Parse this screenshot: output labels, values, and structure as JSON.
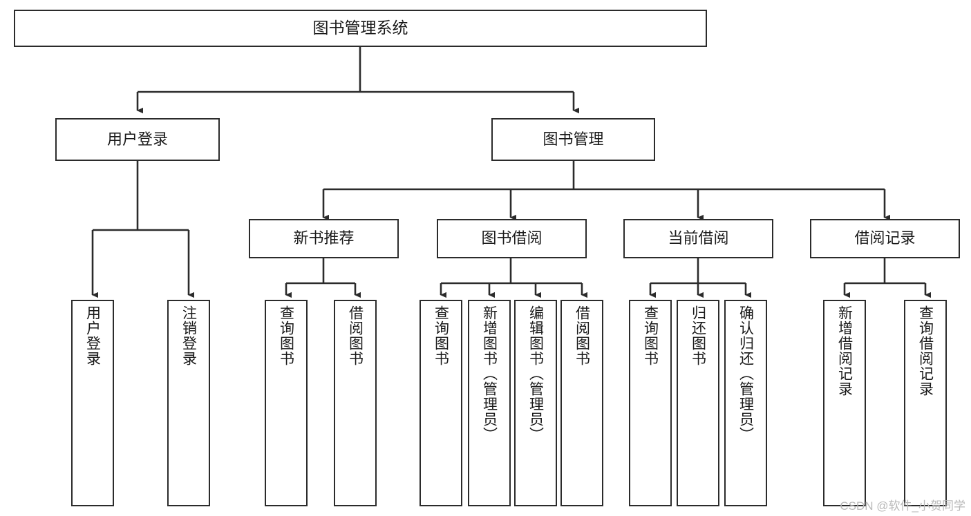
{
  "diagram": {
    "title": "图书管理系统",
    "type": "tree-hierarchy",
    "watermark": "CSDN @软件_小贺同学",
    "colors": {
      "stroke": "#2b2b2b",
      "fill": "#ffffff",
      "text": "#1a1a1a",
      "watermark": "#b9b9b9"
    },
    "nodes": {
      "root": {
        "label": "图书管理系统",
        "level": 0
      },
      "level1": [
        {
          "id": "user-login",
          "label": "用户登录"
        },
        {
          "id": "book-management",
          "label": "图书管理"
        }
      ],
      "level2": [
        {
          "id": "new-book-recommend",
          "label": "新书推荐",
          "parent": "book-management"
        },
        {
          "id": "book-borrow",
          "label": "图书借阅",
          "parent": "book-management"
        },
        {
          "id": "current-borrow",
          "label": "当前借阅",
          "parent": "book-management"
        },
        {
          "id": "borrow-record",
          "label": "借阅记录",
          "parent": "book-management"
        }
      ],
      "leaves": {
        "user_login": [
          {
            "id": "leaf-user-login",
            "label": "用户登录"
          },
          {
            "id": "leaf-logout",
            "label": "注销登录"
          }
        ],
        "new_book_recommend": [
          {
            "id": "leaf-query-book-1",
            "label": "查询图书"
          },
          {
            "id": "leaf-borrow-book-1",
            "label": "借阅图书"
          }
        ],
        "book_borrow": [
          {
            "id": "leaf-query-book-2",
            "label": "查询图书"
          },
          {
            "id": "leaf-add-book",
            "label": "新增图书（管理员）"
          },
          {
            "id": "leaf-edit-book",
            "label": "编辑图书（管理员）"
          },
          {
            "id": "leaf-borrow-book-2",
            "label": "借阅图书"
          }
        ],
        "current_borrow": [
          {
            "id": "leaf-query-book-3",
            "label": "查询图书"
          },
          {
            "id": "leaf-return-book",
            "label": "归还图书"
          },
          {
            "id": "leaf-confirm-return",
            "label": "确认归还（管理员）"
          }
        ],
        "borrow_record": [
          {
            "id": "leaf-add-record",
            "label": "新增借阅记录"
          },
          {
            "id": "leaf-query-record",
            "label": "查询借阅记录"
          }
        ]
      }
    }
  }
}
